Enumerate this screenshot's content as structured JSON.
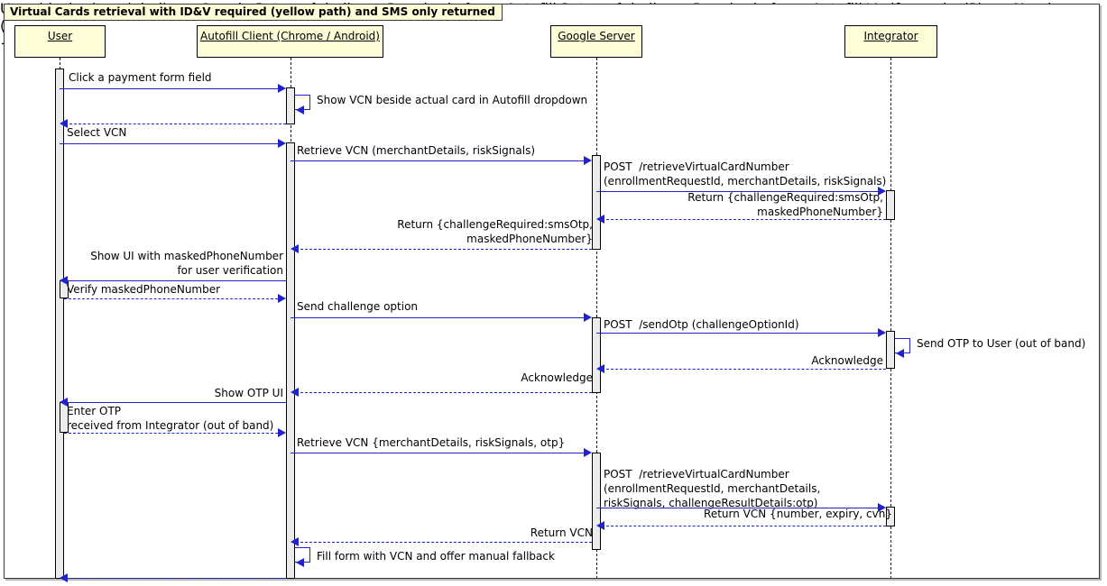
{
  "diagram": {
    "title": "Virtual Cards retrieval with ID&V required (yellow path) and SMS only returned",
    "type": "uml-sequence-diagram",
    "colors": {
      "participant_fill": "#FDFDD8",
      "participant_border": "#000000",
      "arrow": "#2222CC",
      "activation_fill": "#ECECEC",
      "frame_border": "#383838"
    }
  },
  "participants": [
    {
      "id": "user",
      "label": "User"
    },
    {
      "id": "autofill",
      "label": "Autofill Client (Chrome / Android)"
    },
    {
      "id": "google",
      "label": "Google Server"
    },
    {
      "id": "integrator",
      "label": "Integrator"
    }
  ],
  "messages": [
    {
      "id": "m1",
      "from": "user",
      "to": "autofill",
      "style": "solid",
      "dir": "right",
      "text": "Click a payment form field"
    },
    {
      "id": "m2",
      "from": "autofill",
      "to": "autofill",
      "style": "self",
      "dir": "self",
      "text": "Show VCN beside actual card in Autofill dropdown"
    },
    {
      "id": "m3",
      "from": "autofill",
      "to": "user",
      "style": "dashed",
      "dir": "left",
      "text": ""
    },
    {
      "id": "m4",
      "from": "user",
      "to": "autofill",
      "style": "solid",
      "dir": "right",
      "text": "Select VCN"
    },
    {
      "id": "m5",
      "from": "autofill",
      "to": "google",
      "style": "solid",
      "dir": "right",
      "text": "Retrieve VCN (merchantDetails, riskSignals)"
    },
    {
      "id": "m6",
      "from": "google",
      "to": "integrator",
      "style": "solid",
      "dir": "right",
      "text": "POST  /retrieveVirtualCardNumber\n(enrollmentRequestId, merchantDetails, riskSignals)"
    },
    {
      "id": "m7",
      "from": "integrator",
      "to": "google",
      "style": "dashed",
      "dir": "left",
      "text": "Return {challengeRequired:smsOtp,\nmaskedPhoneNumber}"
    },
    {
      "id": "m8",
      "from": "google",
      "to": "autofill",
      "style": "dashed",
      "dir": "left",
      "text": "Return {challengeRequired:smsOtp,\nmaskedPhoneNumber}"
    },
    {
      "id": "m9",
      "from": "autofill",
      "to": "user",
      "style": "solid",
      "dir": "left",
      "text": "Show UI with maskedPhoneNumber\nfor user verification"
    },
    {
      "id": "m10",
      "from": "user",
      "to": "autofill",
      "style": "dashed",
      "dir": "right",
      "text": "Verify maskedPhoneNumber"
    },
    {
      "id": "m11",
      "from": "autofill",
      "to": "google",
      "style": "solid",
      "dir": "right",
      "text": "Send challenge option"
    },
    {
      "id": "m12",
      "from": "google",
      "to": "integrator",
      "style": "solid",
      "dir": "right",
      "text": "POST  /sendOtp (challengeOptionId)"
    },
    {
      "id": "m13",
      "from": "integrator",
      "to": "integrator",
      "style": "self",
      "dir": "self",
      "text": "Send OTP to User (out of band)"
    },
    {
      "id": "m14",
      "from": "integrator",
      "to": "google",
      "style": "dashed",
      "dir": "left",
      "text": "Acknowledge"
    },
    {
      "id": "m15",
      "from": "google",
      "to": "autofill",
      "style": "dashed",
      "dir": "left",
      "text": "Acknowledge"
    },
    {
      "id": "m16",
      "from": "autofill",
      "to": "user",
      "style": "solid",
      "dir": "left",
      "text": "Show OTP UI"
    },
    {
      "id": "m17",
      "from": "user",
      "to": "autofill",
      "style": "dashed",
      "dir": "right",
      "text": "Enter OTP\nreceived from Integrator (out of band)"
    },
    {
      "id": "m18",
      "from": "autofill",
      "to": "google",
      "style": "solid",
      "dir": "right",
      "text": "Retrieve VCN {merchantDetails, riskSignals, otp}"
    },
    {
      "id": "m19",
      "from": "google",
      "to": "integrator",
      "style": "solid",
      "dir": "right",
      "text": "POST  /retrieveVirtualCardNumber\n(enrollmentRequestId, merchantDetails,\nriskSignals, challengeResultDetails:otp)"
    },
    {
      "id": "m20",
      "from": "integrator",
      "to": "google",
      "style": "dashed",
      "dir": "left",
      "text": "Return VCN {number, expiry, cvn}"
    },
    {
      "id": "m21",
      "from": "google",
      "to": "autofill",
      "style": "dashed",
      "dir": "left",
      "text": "Return VCN"
    },
    {
      "id": "m22",
      "from": "autofill",
      "to": "autofill",
      "style": "self",
      "dir": "self",
      "text": "Fill form with VCN and offer manual fallback"
    },
    {
      "id": "m23",
      "from": "autofill",
      "to": "user",
      "style": "dashed",
      "dir": "left",
      "text": ""
    }
  ]
}
